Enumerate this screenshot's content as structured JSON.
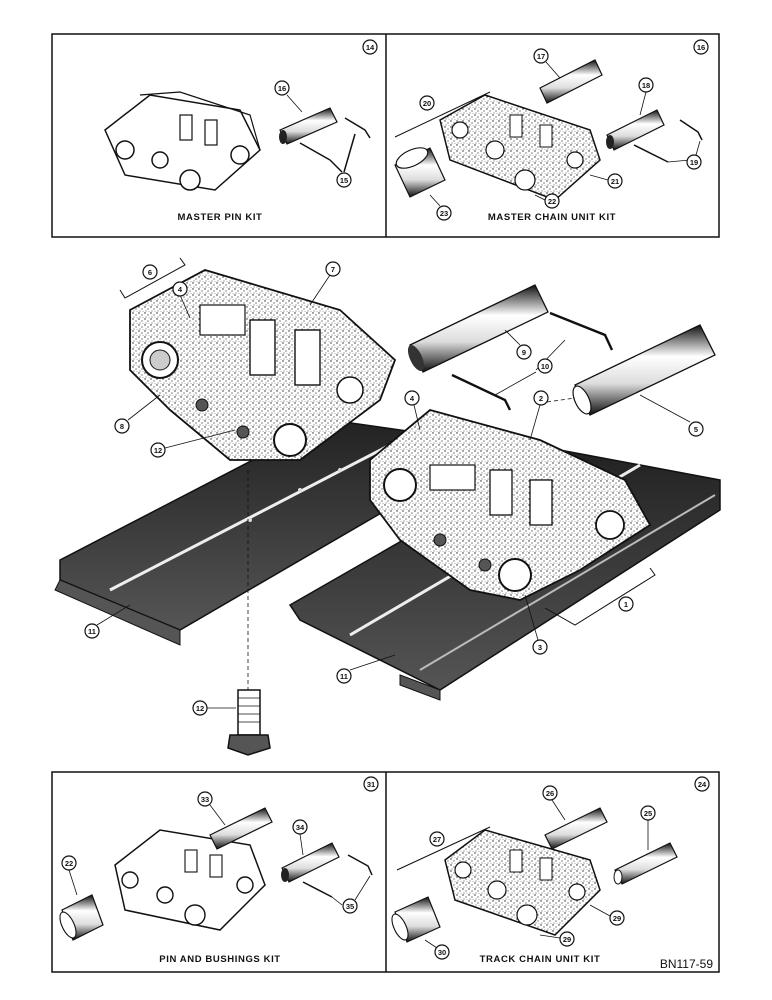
{
  "panels": {
    "master_pin_kit": {
      "caption": "MASTER PIN KIT",
      "kit_number": "14",
      "callouts": [
        "16",
        "15"
      ]
    },
    "master_chain_unit_kit": {
      "caption": "MASTER CHAIN UNIT KIT",
      "kit_number": "16",
      "callouts": [
        "17",
        "20",
        "18",
        "21",
        "22",
        "23",
        "19"
      ]
    },
    "pin_and_bushings_kit": {
      "caption": "PIN AND BUSHINGS KIT",
      "kit_number": "31",
      "callouts": [
        "33",
        "34",
        "22",
        "35"
      ]
    },
    "track_chain_unit_kit": {
      "caption": "TRACK CHAIN UNIT KIT",
      "kit_number": "24",
      "callouts": [
        "26",
        "25",
        "27",
        "29",
        "29",
        "30"
      ]
    }
  },
  "main_assembly": {
    "callouts": [
      "6",
      "4",
      "7",
      "9",
      "10",
      "5",
      "8",
      "12",
      "4",
      "2",
      "1",
      "11",
      "3",
      "11",
      "12"
    ]
  },
  "reference_number": "BN117-59",
  "colors": {
    "ink": "#111111",
    "paper": "#ffffff"
  }
}
